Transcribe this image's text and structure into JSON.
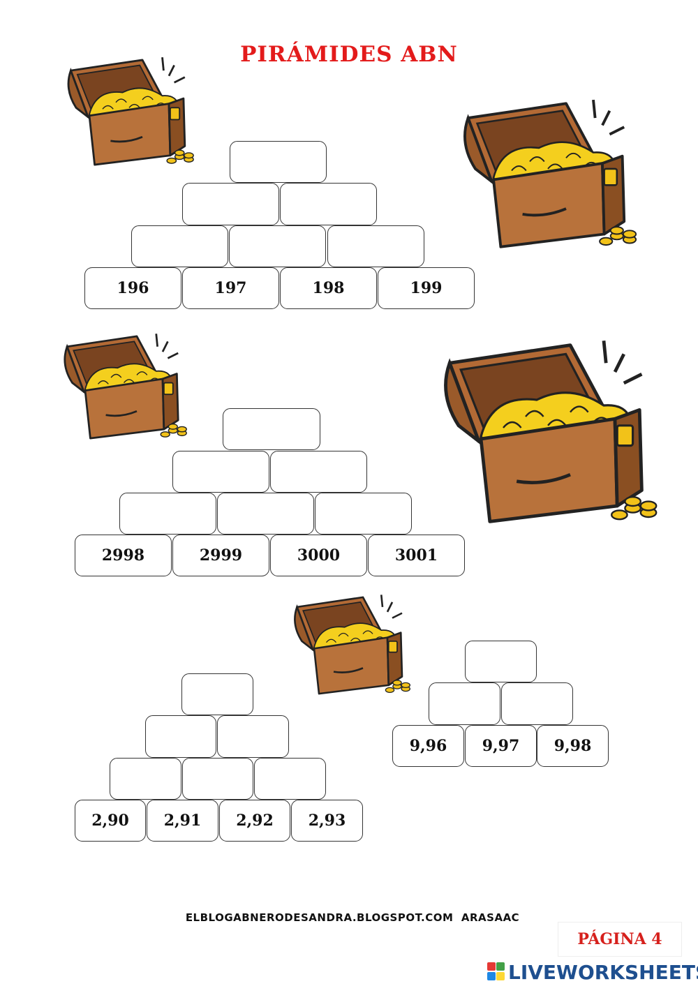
{
  "title": "PIRÁMIDES ABN",
  "pyramids": [
    {
      "base": [
        "196",
        "197",
        "198",
        "199"
      ]
    },
    {
      "base": [
        "2998",
        "2999",
        "3000",
        "3001"
      ]
    },
    {
      "base": [
        "2,90",
        "2,91",
        "2,92",
        "2,93"
      ]
    },
    {
      "base": [
        "9,96",
        "9,97",
        "9,98"
      ]
    }
  ],
  "footer": {
    "site": "ELBLOGABNERODESANDRA.BLOGSPOT.COM  ARASAAC",
    "page": "PÁGINA 4",
    "brand": "LIVEWORKSHEETS"
  },
  "colors": {
    "title": "#e31b1b",
    "page": "#d6201c",
    "brand": "#1e4f8f"
  }
}
